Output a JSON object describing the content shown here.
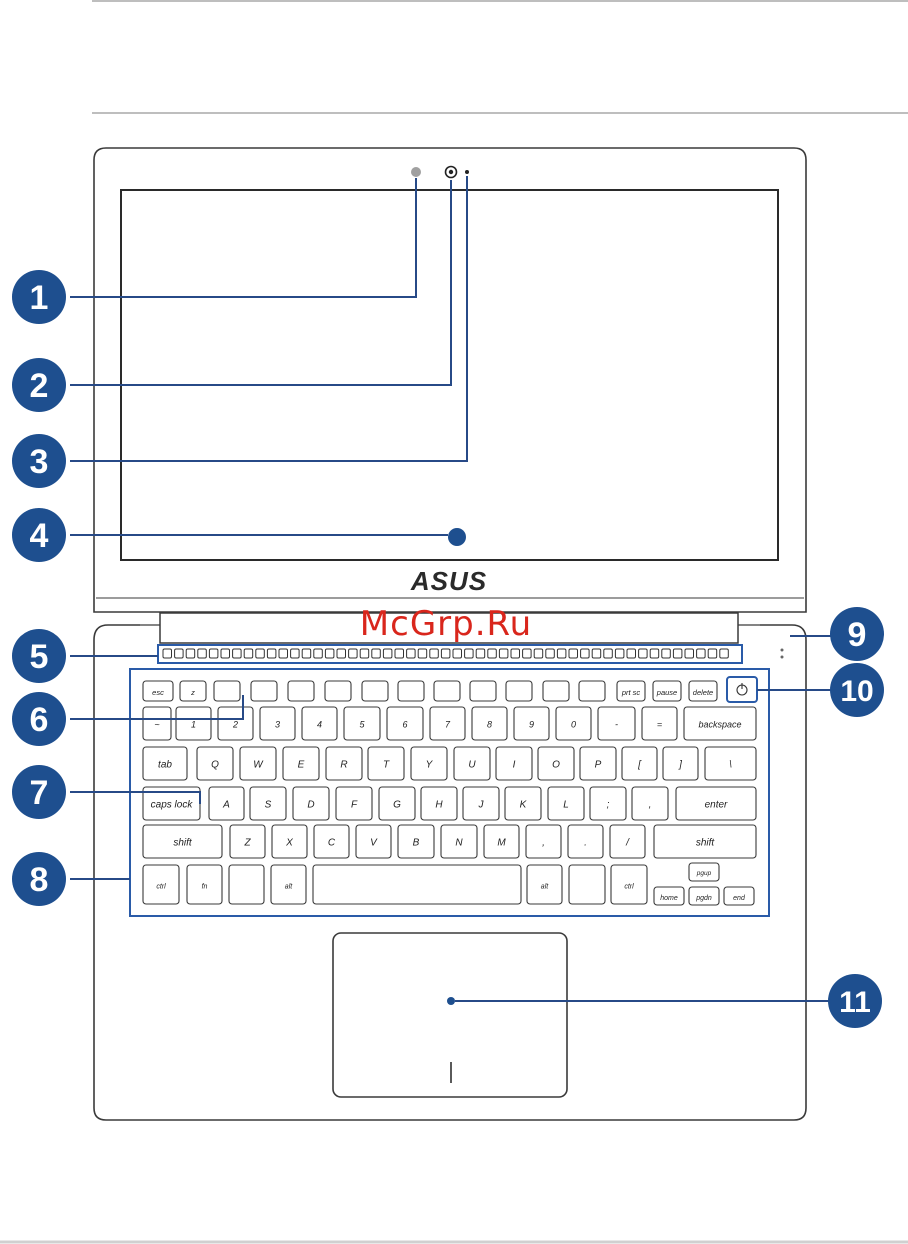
{
  "brand": {
    "logo_text": "ASUS"
  },
  "watermark": "McGrp.Ru",
  "colors": {
    "callout": "#1e4f8f",
    "callout_line": "#274a87",
    "outline": "#3a3a3a",
    "rule": "#a8a8a8",
    "watermark": "#d9261c"
  },
  "callouts": [
    {
      "num": "1",
      "target": "camera-indicator"
    },
    {
      "num": "2",
      "target": "camera"
    },
    {
      "num": "3",
      "target": "ambient-light-sensor"
    },
    {
      "num": "4",
      "target": "display-panel"
    },
    {
      "num": "5",
      "target": "air-vents"
    },
    {
      "num": "6",
      "target": "flight-mode-indicator"
    },
    {
      "num": "7",
      "target": "caps-lock-indicator"
    },
    {
      "num": "8",
      "target": "keyboard"
    },
    {
      "num": "9",
      "target": "status-indicators"
    },
    {
      "num": "10",
      "target": "power-button"
    },
    {
      "num": "11",
      "target": "touchpad"
    }
  ],
  "keyboard": {
    "rows": [
      [
        "esc",
        "z",
        "",
        "",
        "",
        "",
        "",
        "",
        "",
        "",
        "",
        "",
        "",
        "prt sc",
        "pause",
        "delete",
        ""
      ],
      [
        "~",
        "1",
        "2",
        "3",
        "4",
        "5",
        "6",
        "7",
        "8",
        "9",
        "0",
        "-",
        "=",
        "backspace"
      ],
      [
        "tab",
        "Q",
        "W",
        "E",
        "R",
        "T",
        "Y",
        "U",
        "I",
        "O",
        "P",
        "[",
        "]",
        "\\"
      ],
      [
        "caps lock",
        "A",
        "S",
        "D",
        "F",
        "G",
        "H",
        "J",
        "K",
        "L",
        ";",
        ",",
        "enter"
      ],
      [
        "shift",
        "Z",
        "X",
        "C",
        "V",
        "B",
        "N",
        "M",
        ",",
        ".",
        "/",
        "shift"
      ],
      [
        "ctrl",
        "fn",
        "",
        "alt",
        "",
        "alt",
        "",
        "ctrl",
        "home",
        "pgdn",
        "end"
      ]
    ],
    "arrow_labels": {
      "up": "pgup",
      "left": "home",
      "down": "pgdn",
      "right": "end"
    }
  }
}
